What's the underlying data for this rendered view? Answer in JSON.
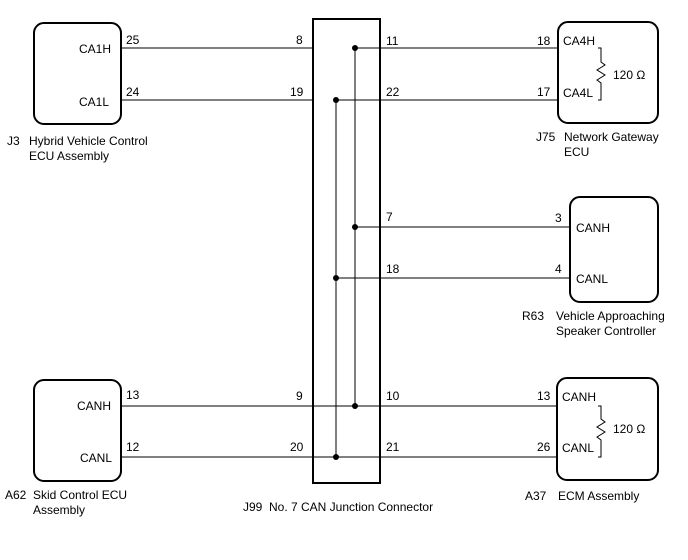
{
  "connector": {
    "code": "J99",
    "name": "No. 7 CAN Junction Connector",
    "pins_left": [
      "8",
      "19",
      "9",
      "20"
    ],
    "pins_right": [
      "11",
      "22",
      "7",
      "18",
      "10",
      "21"
    ]
  },
  "ecus": {
    "hybrid": {
      "code": "J3",
      "name_line1": "Hybrid Vehicle Control",
      "name_line2": "ECU Assembly",
      "sig_h": "CA1H",
      "sig_l": "CA1L",
      "pin_h": "25",
      "pin_l": "24"
    },
    "gateway": {
      "code": "J75",
      "name_line1": "Network Gateway",
      "name_line2": "ECU",
      "sig_h": "CA4H",
      "sig_l": "CA4L",
      "pin_h": "18",
      "pin_l": "17",
      "resistor": "120 Ω"
    },
    "speaker": {
      "code": "R63",
      "name_line1": "Vehicle Approaching",
      "name_line2": "Speaker Controller",
      "sig_h": "CANH",
      "sig_l": "CANL",
      "pin_h": "3",
      "pin_l": "4"
    },
    "skid": {
      "code": "A62",
      "name_line1": "Skid Control ECU",
      "name_line2": "Assembly",
      "sig_h": "CANH",
      "sig_l": "CANL",
      "pin_h": "13",
      "pin_l": "12"
    },
    "ecm": {
      "code": "A37",
      "name_line1": "ECM Assembly",
      "sig_h": "CANH",
      "sig_l": "CANL",
      "pin_h": "13",
      "pin_l": "26",
      "resistor": "120 Ω"
    }
  }
}
